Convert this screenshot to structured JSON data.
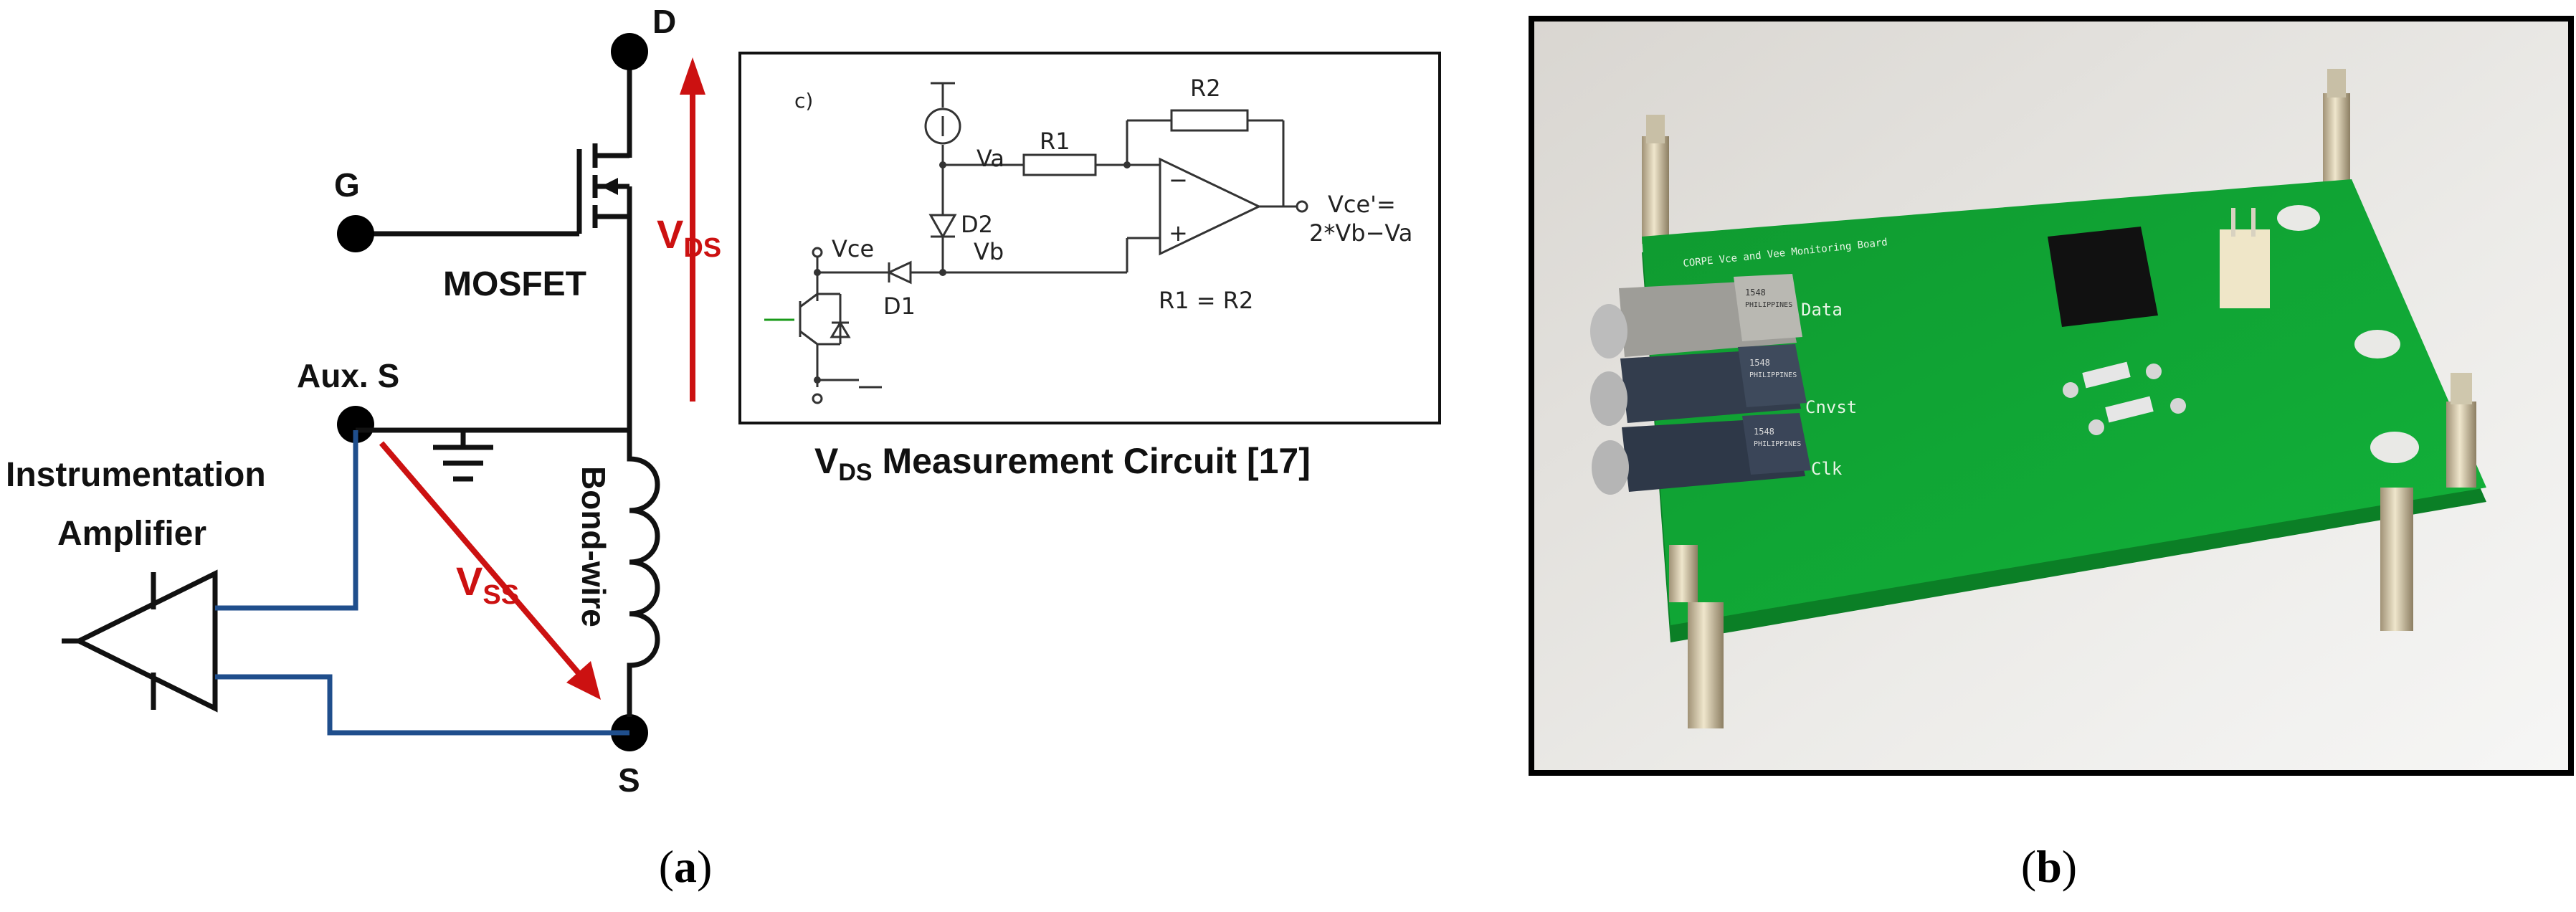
{
  "panel_a": {
    "labels": {
      "drain": "D",
      "gate": "G",
      "source": "S",
      "aux_source": "Aux. S",
      "mosfet": "MOSFET",
      "instrumentation_amp_line1": "Instrumentation",
      "instrumentation_amp_line2": "Amplifier",
      "bond_wire": "Bond-wire",
      "vds_main": "V",
      "vds_sub": "DS",
      "vss_main": "V",
      "vss_sub": "SS"
    },
    "inset": {
      "tag": "c)",
      "va": "Va",
      "r1": "R1",
      "r2": "R2",
      "d1": "D1",
      "d2": "D2",
      "vb": "Vb",
      "vce": "Vce",
      "minus": "−",
      "plus": "+",
      "out_line1": "Vce'=",
      "out_line2": "2*Vb−Va",
      "equation": "R1 = R2"
    },
    "caption_main": "V",
    "caption_sub": "DS",
    "caption_rest": " Measurement Circuit [17]",
    "colors": {
      "arrow": "#cc1111",
      "amp_wire": "#1f4e8c"
    }
  },
  "panel_b": {
    "board_title": "CORPE Vce and Vee Monitoring Board",
    "connector_labels": [
      "Data",
      "Cnvst",
      "Clk"
    ],
    "connector_text": [
      "PHILIPPINES",
      "PHILIPPINES",
      "PHILIPPINES"
    ],
    "connector_code": [
      "1548",
      "1548",
      "1548"
    ],
    "colors": {
      "pcb": "#10a032",
      "frame": "#000000"
    }
  },
  "captions": {
    "a": {
      "open": "(",
      "letter": "a",
      "close": ")"
    },
    "b": {
      "open": "(",
      "letter": "b",
      "close": ")"
    }
  }
}
